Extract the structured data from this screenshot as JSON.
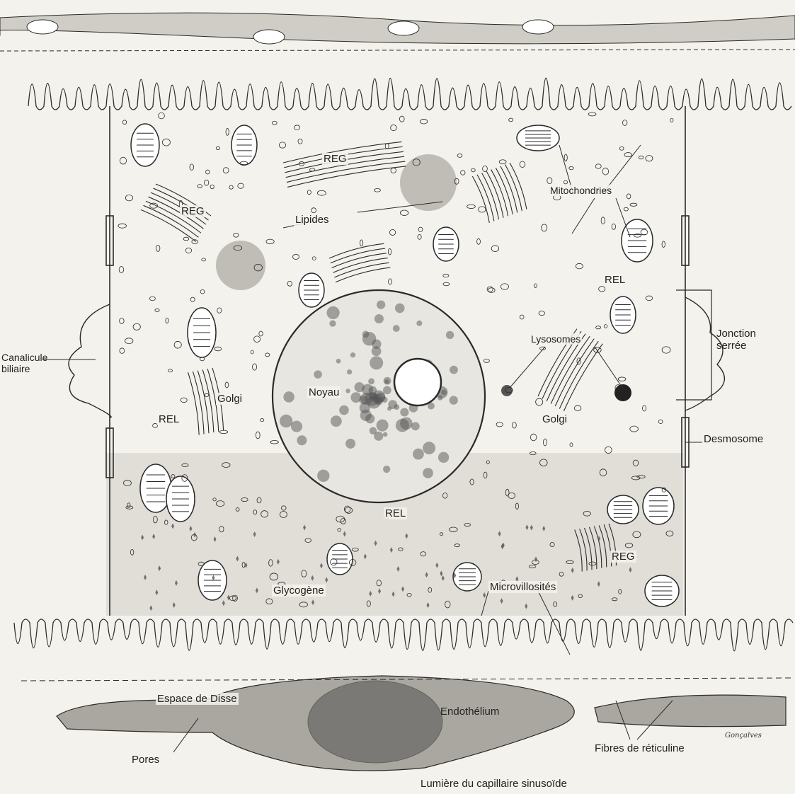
{
  "labels": {
    "reg_top": "REG",
    "reg_left": "REG",
    "reg_bottom": "REG",
    "lipides": "Lipides",
    "mitochondries": "Mitochondries",
    "rel_right": "REL",
    "rel_left": "REL",
    "rel_bottom": "REL",
    "jonction_line1": "Jonction",
    "jonction_line2": "serrée",
    "lysosomes": "Lysosomes",
    "canalicule_line1": "Canalicule",
    "canalicule_line2": "biliaire",
    "golgi_left": "Golgi",
    "golgi_right": "Golgi",
    "noyau": "Noyau",
    "desmosome": "Desmosome",
    "glycogene": "Glycogène",
    "microvillosites": "Microvillosités",
    "espace_disse": "Espace de Disse",
    "endothelium": "Endothélium",
    "pores": "Pores",
    "fibres": "Fibres de réticuline",
    "lumiere": "Lumière du capillaire sinusoïde",
    "signature": "Gonçalves"
  },
  "colors": {
    "ink": "#2a2a2a",
    "paper": "#f4f2ec",
    "shade_light": "#cfcdc6",
    "shade_mid": "#a9a7a0",
    "shade_dark": "#555555"
  }
}
